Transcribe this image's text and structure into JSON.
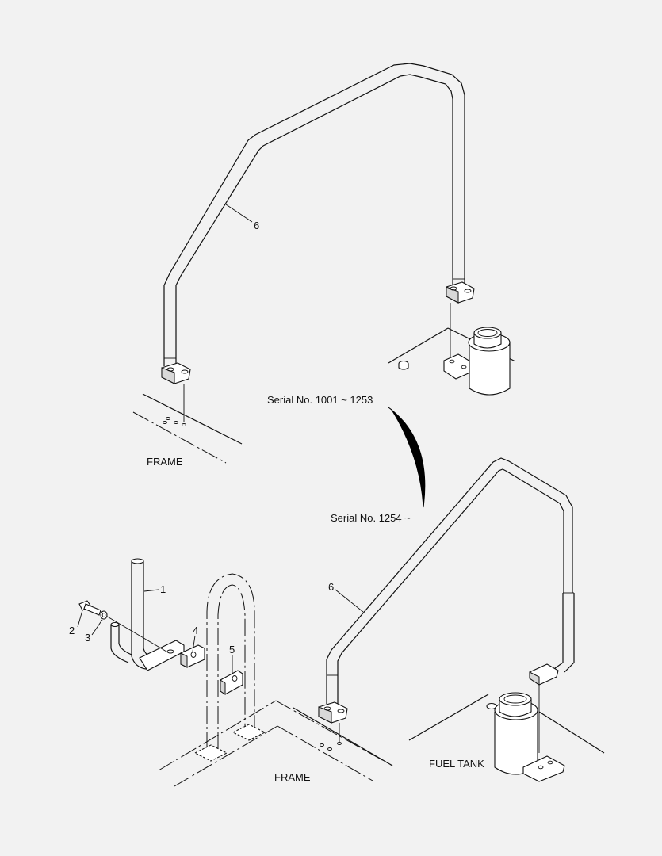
{
  "labels": {
    "frame_top": "FRAME",
    "frame_bottom": "FRAME",
    "fuel_tank": "FUEL TANK",
    "serial_old": "Serial No. 1001 ~ 1253",
    "serial_new": "Serial No. 1254 ~"
  },
  "callouts": {
    "handrail_upper": "6",
    "handrail_lower": "6",
    "item1": "1",
    "item2": "2",
    "item3": "3",
    "item4": "4",
    "item5": "5"
  }
}
